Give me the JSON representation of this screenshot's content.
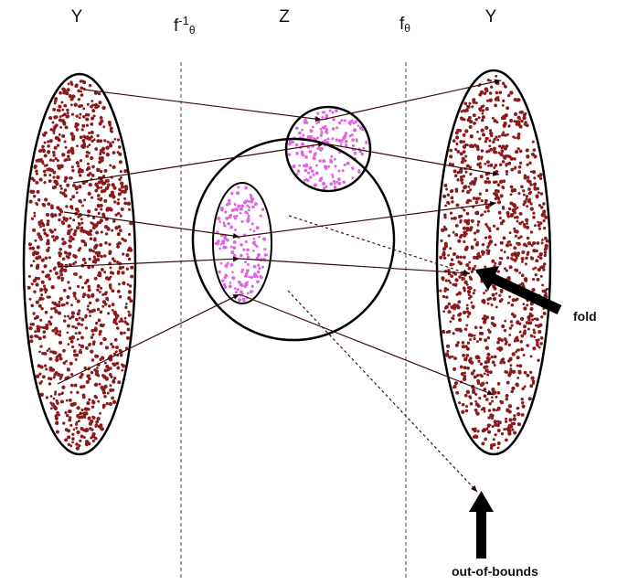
{
  "labels": {
    "y_left": "Y",
    "f_inverse": "f",
    "f_inverse_sup": "-1",
    "f_inverse_sub": "θ",
    "z": "Z",
    "f_theta": "f",
    "f_theta_sub": "θ",
    "y_right": "Y",
    "fold": "fold",
    "out_of_bounds": "out-of-bounds"
  },
  "colors": {
    "dots_y": "#8b1a1a",
    "dots_z": "#e066e0",
    "outline": "#000000",
    "arrow_line": "#3a0a0a",
    "divider": "#444444"
  }
}
